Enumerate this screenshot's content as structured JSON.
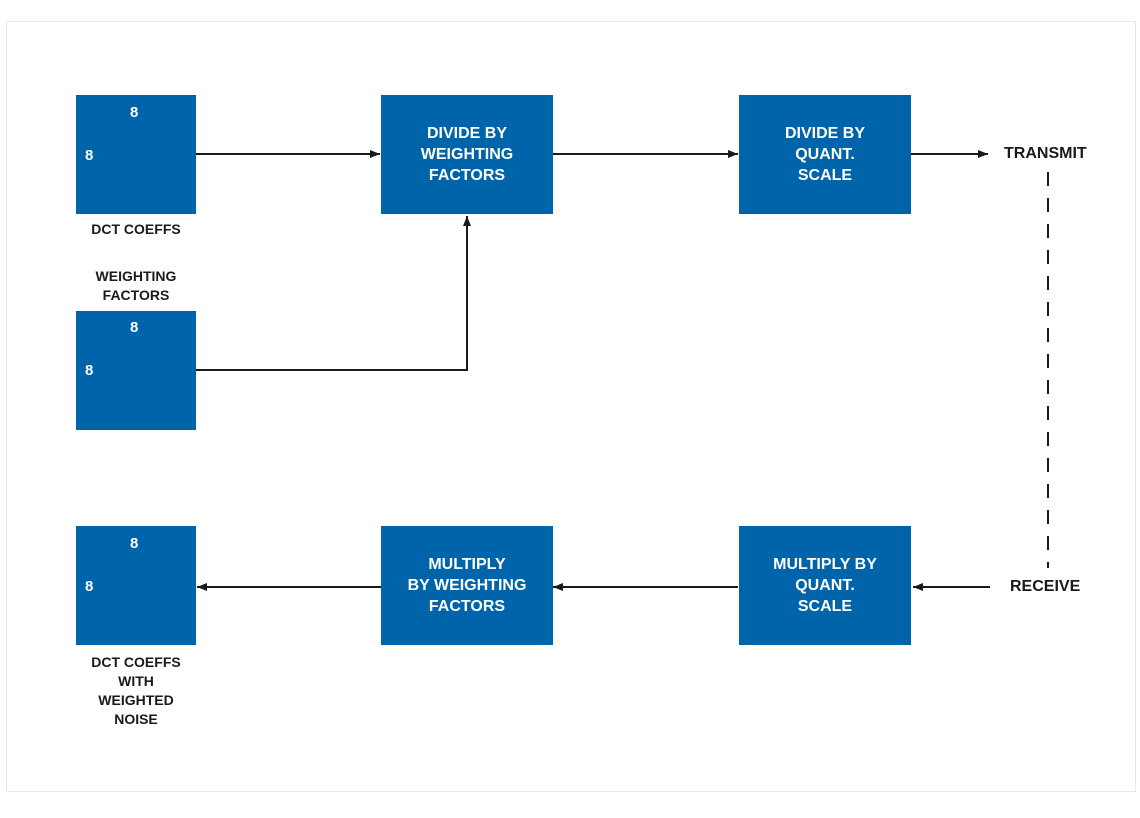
{
  "matrix_size": "8",
  "dct_coeffs_label": "DCT COEFFS",
  "weighting_factors_label": "WEIGHTING\nFACTORS",
  "output_label": "DCT COEFFS\nWITH\nWEIGHTED\nNOISE",
  "divide_weighting": "DIVIDE BY\nWEIGHTING\nFACTORS",
  "divide_quant": "DIVIDE BY\nQUANT.\nSCALE",
  "multiply_weighting": "MULTIPLY\nBY WEIGHTING\nFACTORS",
  "multiply_quant": "MULTIPLY BY\nQUANT.\nSCALE",
  "transmit": "TRANSMIT",
  "receive": "RECEIVE",
  "colors": {
    "block": "#0064ab",
    "line": "#1a1a1a",
    "text": "#1a1a1a"
  }
}
